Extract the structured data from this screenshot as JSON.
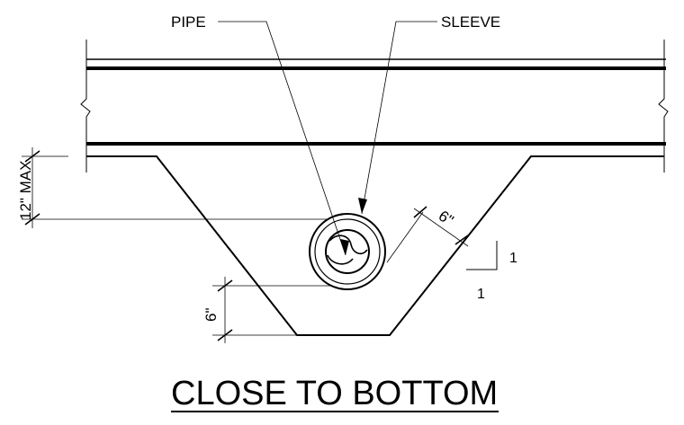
{
  "labels": {
    "pipe": "PIPE",
    "sleeve": "SLEEVE",
    "max_depth": "12\" MAX",
    "side_clearance": "6\"",
    "bottom_clearance": "6\"",
    "slope_rise": "1",
    "slope_run": "1"
  },
  "title": "CLOSE TO BOTTOM",
  "colors": {
    "line": "#000000",
    "background": "#ffffff"
  }
}
